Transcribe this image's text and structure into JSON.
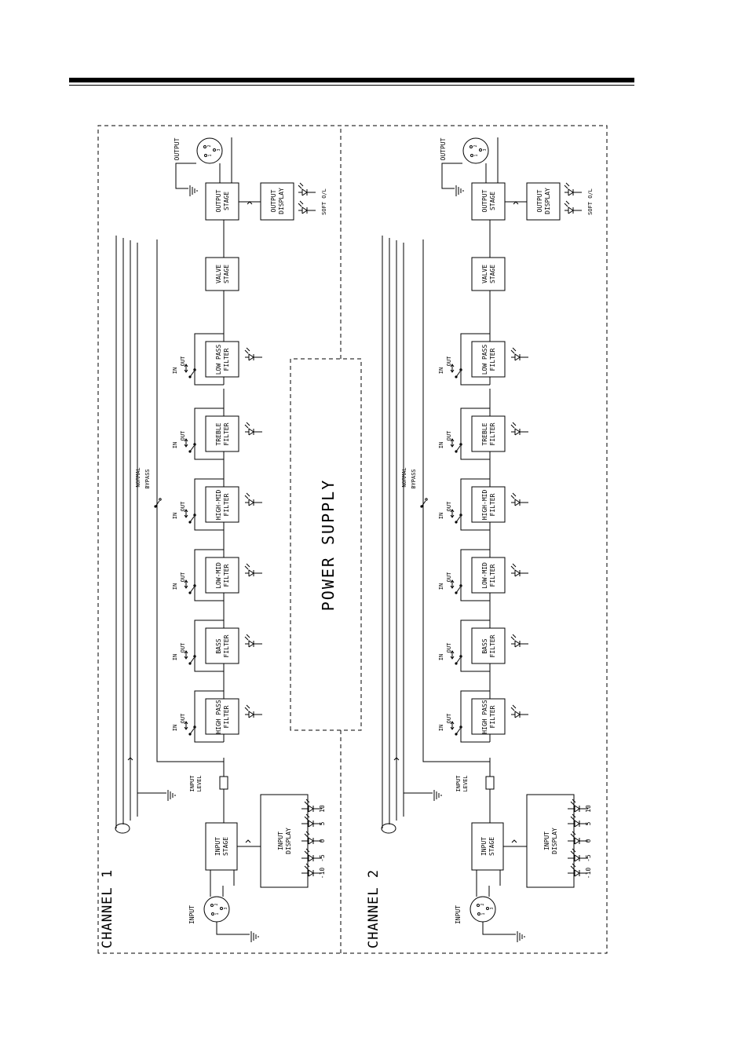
{
  "power_supply": {
    "label": "POWER SUPPLY"
  },
  "channels": [
    {
      "label": "CHANNEL 1"
    },
    {
      "label": "CHANNEL 2"
    }
  ],
  "input_connector": {
    "label": "INPUT",
    "pins": [
      "1",
      "2",
      "3"
    ]
  },
  "output_connector": {
    "label": "OUTPUT",
    "pins": [
      "1",
      "2",
      "3"
    ]
  },
  "input_stage": [
    "INPUT",
    "STAGE"
  ],
  "input_display": [
    "INPUT",
    "DISPLAY"
  ],
  "input_level": [
    "INPUT",
    "LEVEL"
  ],
  "input_meter_scale": [
    "-10",
    "-5",
    "0",
    "5",
    "10"
  ],
  "filters": [
    {
      "id": "high-pass",
      "lines": [
        "HIGH PASS",
        "FILTER"
      ]
    },
    {
      "id": "bass",
      "lines": [
        "BASS",
        "FILTER"
      ]
    },
    {
      "id": "low-mid",
      "lines": [
        "LOW-MID",
        "FILTER"
      ]
    },
    {
      "id": "high-mid",
      "lines": [
        "HIGH-MID",
        "FILTER"
      ]
    },
    {
      "id": "treble",
      "lines": [
        "TREBLE",
        "FILTER"
      ]
    },
    {
      "id": "low-pass",
      "lines": [
        "LOW PASS",
        "FILTER"
      ]
    }
  ],
  "filter_switch": {
    "in": "IN",
    "out": "OUT"
  },
  "bypass_switch": {
    "normal": "NORMAL",
    "bypass": "BYPASS"
  },
  "valve_stage": [
    "VALVE",
    "STAGE"
  ],
  "output_stage": [
    "OUTPUT",
    "STAGE"
  ],
  "output_display": [
    "OUTPUT",
    "DISPLAY"
  ],
  "output_leds_label": "SOFT O/L"
}
